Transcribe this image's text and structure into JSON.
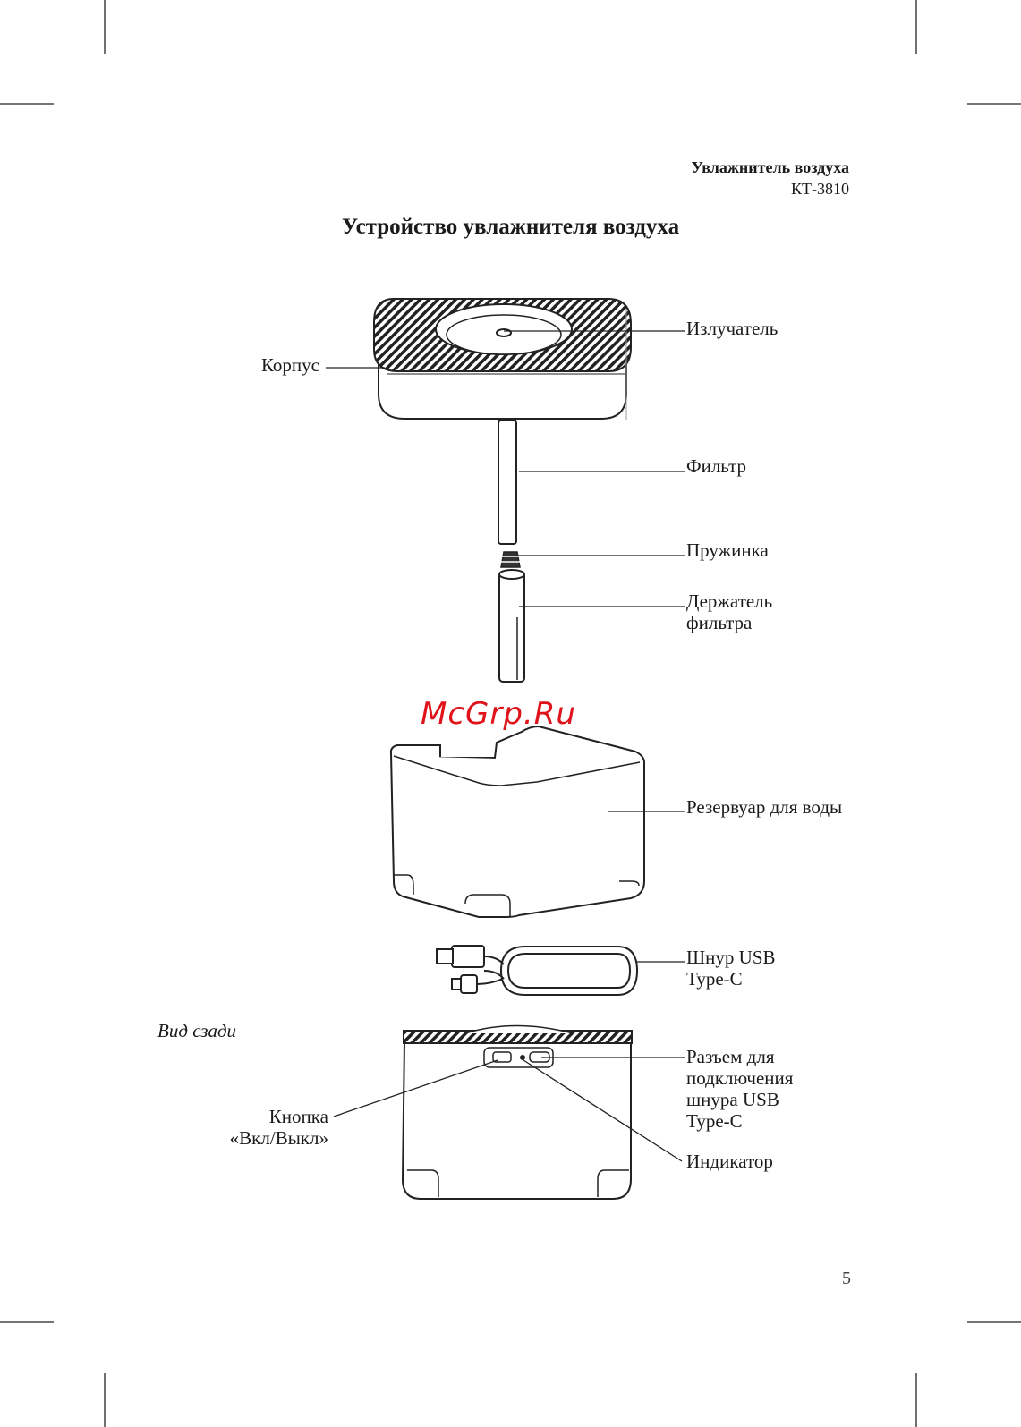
{
  "header": {
    "product": "Увлажнитель воздуха",
    "model": "КТ-3810"
  },
  "title": "Устройство увлажнителя воздуха",
  "labels": {
    "emitter": "Излучатель",
    "body": "Корпус",
    "filter": "Фильтр",
    "spring": "Пружинка",
    "holder_line1": "Держатель",
    "holder_line2": "фильтра",
    "tank": "Резервуар для воды",
    "cable_line1": "Шнур USB",
    "cable_line2": "Type-C"
  },
  "rear_view": {
    "caption": "Вид сзади",
    "button_line1": "Кнопка",
    "button_line2": "«Вкл/Выкл»",
    "port_line1": "Разъем для",
    "port_line2": "подключения",
    "port_line3": "шнура USB",
    "port_line4": "Type-C",
    "indicator": "Индикатор"
  },
  "watermark": "McGrp.Ru",
  "page_number": "5",
  "colors": {
    "watermark": "#e0121a",
    "ink": "#1a1a1a"
  }
}
